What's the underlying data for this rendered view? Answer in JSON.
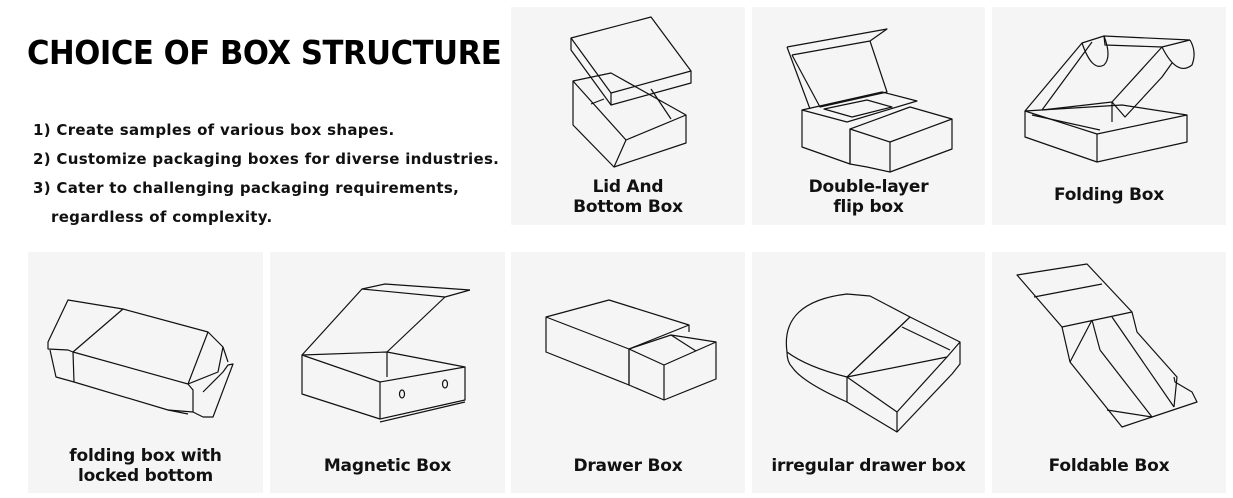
{
  "heading": "CHOICE OF BOX STRUCTURE",
  "bullets": [
    "1) Create samples of various box shapes.",
    "2) Customize packaging boxes for diverse industries.",
    "3) Cater to challenging packaging requirements,",
    "regardless of complexity."
  ],
  "boxes": [
    {
      "label_line1": "Lid And",
      "label_line2": "Bottom Box",
      "icon": "lid-and-bottom-box-icon"
    },
    {
      "label_line1": "Double-layer",
      "label_line2": "flip box",
      "icon": "double-layer-flip-box-icon"
    },
    {
      "label_line1": "Folding Box",
      "label_line2": "",
      "icon": "folding-box-icon"
    },
    {
      "label_line1": "folding box with",
      "label_line2": "locked bottom",
      "icon": "folding-box-locked-bottom-icon"
    },
    {
      "label_line1": "Magnetic Box",
      "label_line2": "",
      "icon": "magnetic-box-icon"
    },
    {
      "label_line1": "Drawer Box",
      "label_line2": "",
      "icon": "drawer-box-icon"
    },
    {
      "label_line1": "irregular drawer box",
      "label_line2": "",
      "icon": "irregular-drawer-box-icon"
    },
    {
      "label_line1": "Foldable Box",
      "label_line2": "",
      "icon": "foldable-box-icon"
    }
  ],
  "colors": {
    "panel_background": "#f6f5f6",
    "text": "#111111",
    "page_background": "#ffffff"
  }
}
